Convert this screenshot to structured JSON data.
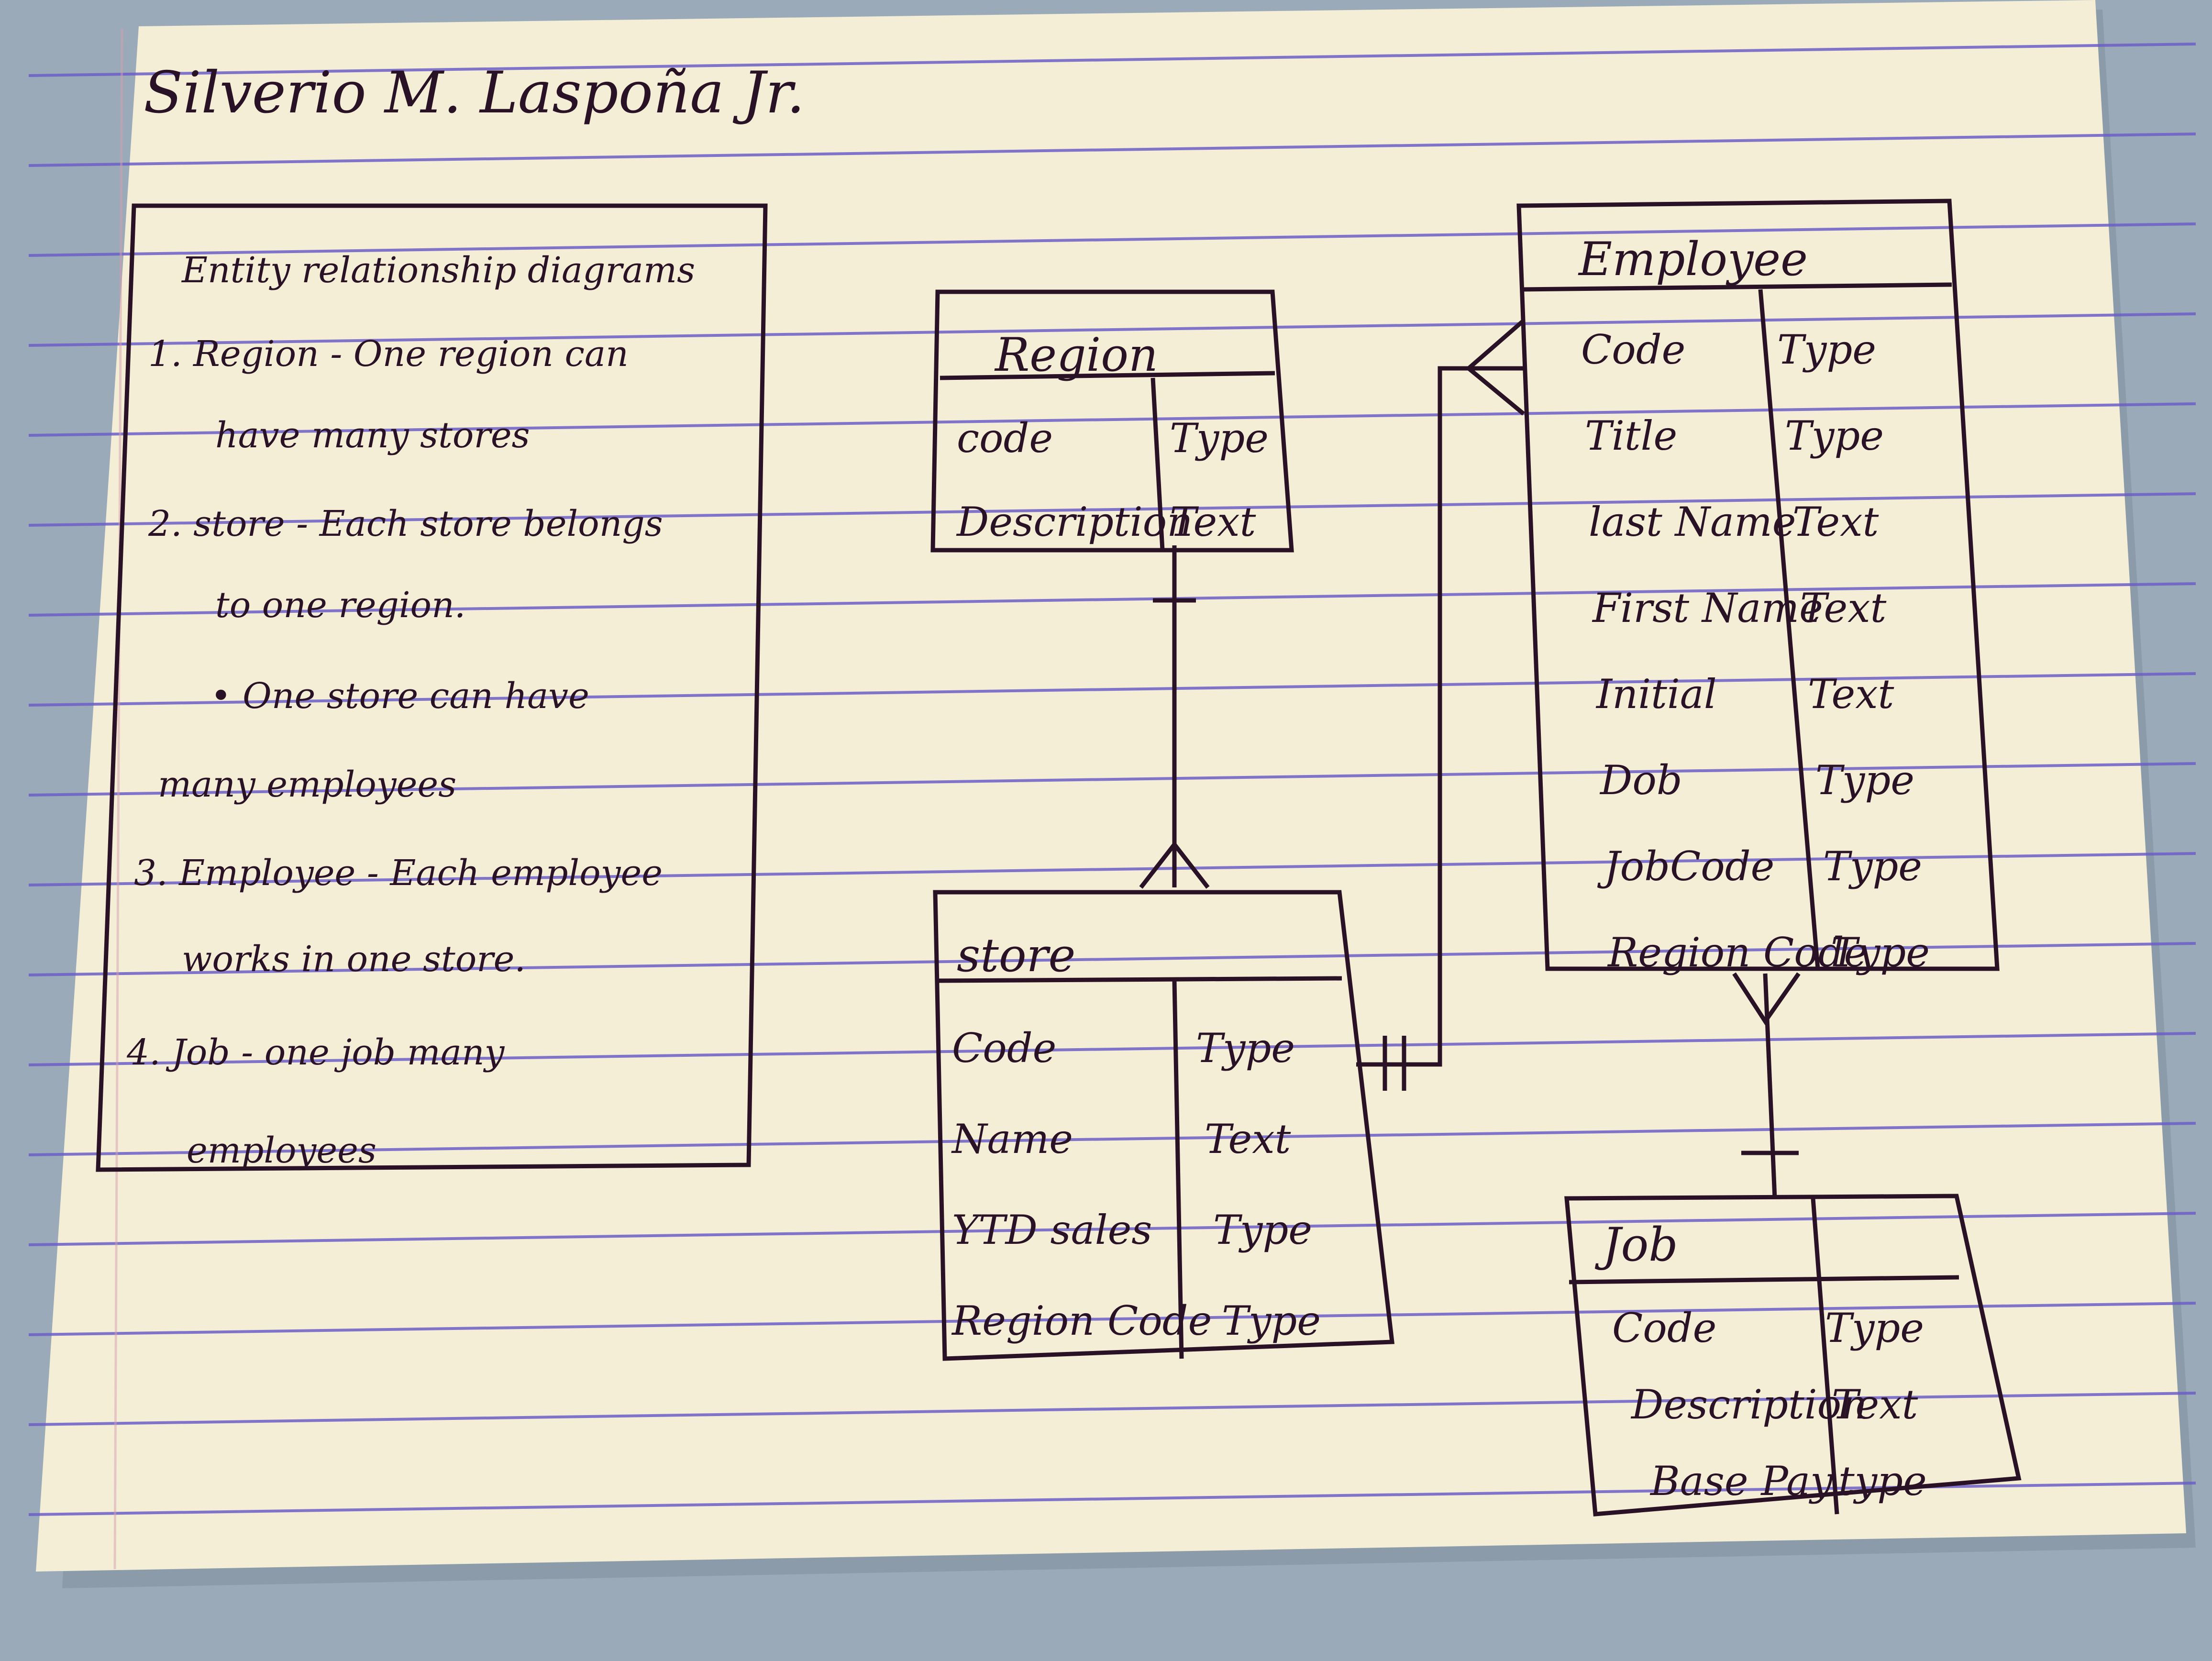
{
  "author": "Silverio M. Laspoña Jr.",
  "notes": {
    "heading": "Entity relationship diagrams",
    "lines": [
      "1. Region - One region can",
      "have many stores",
      "2. store - Each store belongs",
      "to one region.",
      "• One store can have",
      "many employees",
      "3. Employee - Each employee",
      "works in one store.",
      "4. Job - one job many",
      "employees"
    ]
  },
  "entities": {
    "region": {
      "name": "Region",
      "fields": [
        {
          "name": "code",
          "type": "Type"
        },
        {
          "name": "Description",
          "type": "Text"
        }
      ]
    },
    "store": {
      "name": "store",
      "fields": [
        {
          "name": "Code",
          "type": "Type"
        },
        {
          "name": "Name",
          "type": "Text"
        },
        {
          "name": "YTD sales",
          "type": "Type"
        },
        {
          "name": "Region Code",
          "type": "Type"
        }
      ]
    },
    "employee": {
      "name": "Employee",
      "fields": [
        {
          "name": "Code",
          "type": "Type"
        },
        {
          "name": "Title",
          "type": "Type"
        },
        {
          "name": "last Name",
          "type": "Text"
        },
        {
          "name": "First Name",
          "type": "Text"
        },
        {
          "name": "Initial",
          "type": "Text"
        },
        {
          "name": "Dob",
          "type": "Type"
        },
        {
          "name": "JobCode",
          "type": "Type"
        },
        {
          "name": "Region Code",
          "type": "Type"
        }
      ]
    },
    "job": {
      "name": "Job",
      "fields": [
        {
          "name": "Code",
          "type": "Type"
        },
        {
          "name": "Description",
          "type": "Text"
        },
        {
          "name": "Base Pay",
          "type": "type"
        }
      ]
    }
  },
  "colors": {
    "ink": "#2a1226",
    "paper": "#f5eed6",
    "rule_line": "#6c5fc8",
    "margin_line": "#d6a0b0",
    "background": "#9aaab8"
  }
}
